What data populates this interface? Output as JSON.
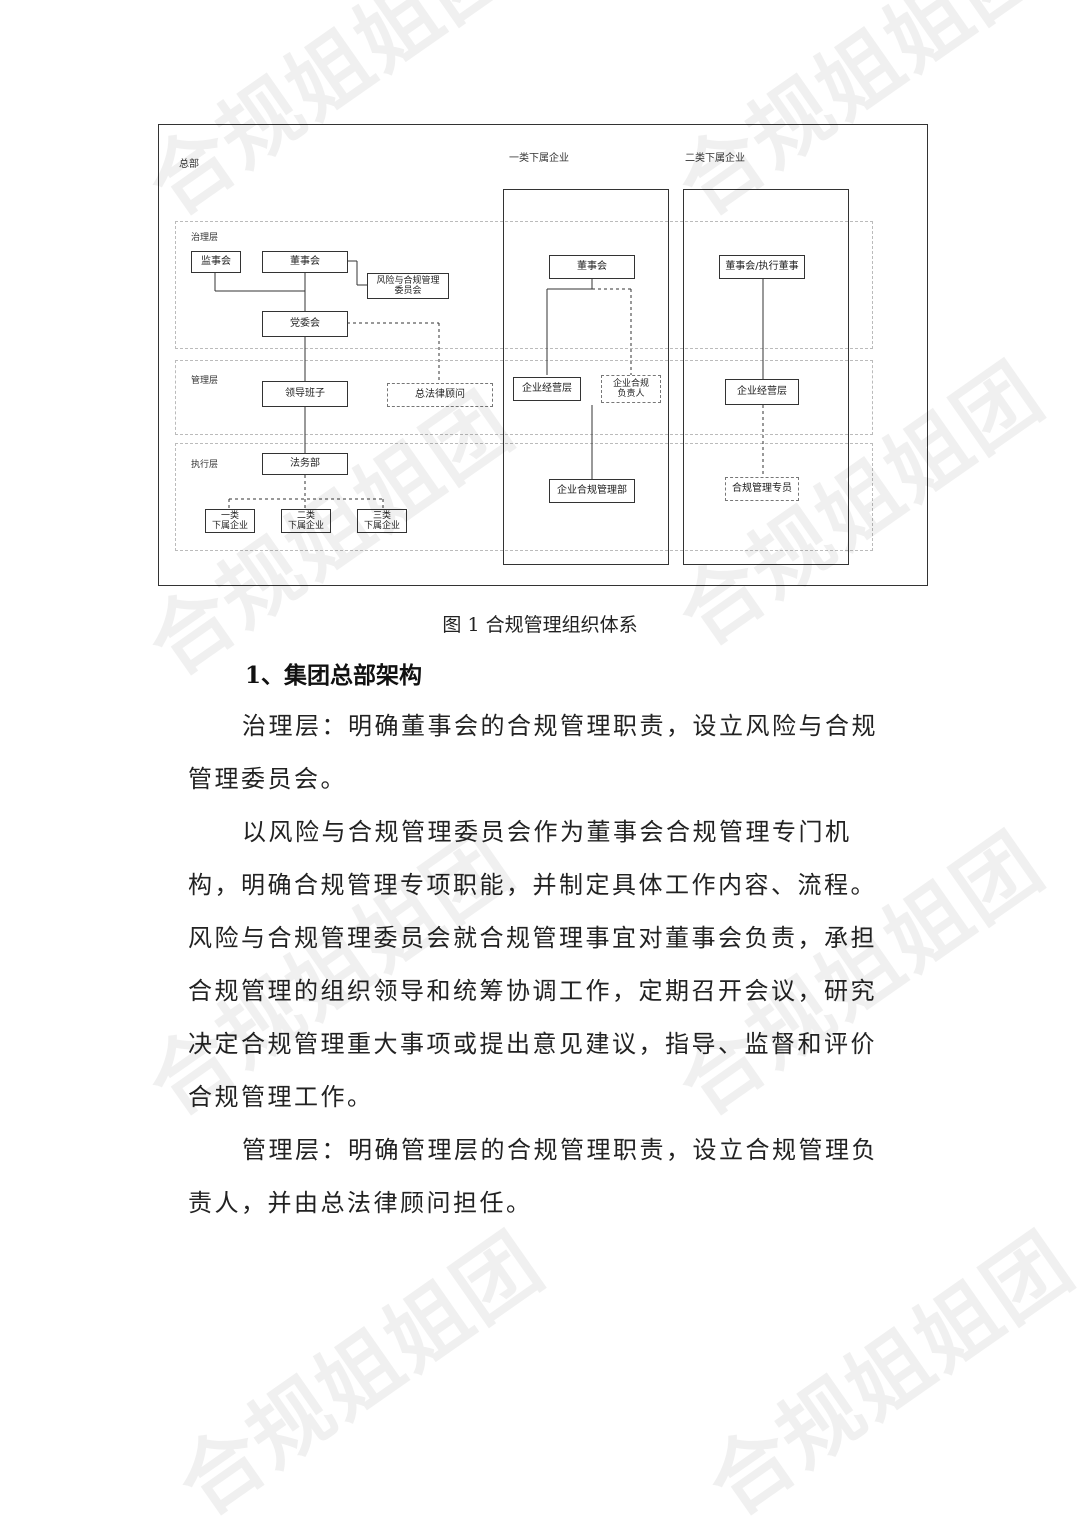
{
  "watermark": "合规姐姐团",
  "figure": {
    "hq_label": "总部",
    "col1_label": "一类下属企业",
    "col2_label": "二类下属企业",
    "layers": {
      "governance": "治理层",
      "management": "管理层",
      "execution": "执行层"
    },
    "hq_boxes": {
      "supervisory_board": "监事会",
      "board": "董事会",
      "risk_committee_line1": "风险与合规管理",
      "risk_committee_line2": "委员会",
      "party_committee": "党委会",
      "leadership": "领导班子",
      "general_counsel": "总法律顾问",
      "legal_dept": "法务部",
      "sub_a_line1": "一类",
      "sub_a_line2": "下属企业",
      "sub_b_line1": "二类",
      "sub_b_line2": "下属企业",
      "sub_c_line1": "三类",
      "sub_c_line2": "下属企业"
    },
    "col1_boxes": {
      "board": "董事会",
      "operations": "企业经营层",
      "compliance_head_line1": "企业合规",
      "compliance_head_line2": "负责人",
      "compliance_dept": "企业合规管理部"
    },
    "col2_boxes": {
      "board": "董事会/执行董事",
      "operations": "企业经营层",
      "compliance_officer": "合规管理专员"
    }
  },
  "caption": "图 1  合规管理组织体系",
  "heading": "1、集团总部架构",
  "paragraphs": [
    {
      "line1": "治理层：明确董事会的合规管理职责，设立风险与合规",
      "line2": "管理委员会。"
    },
    {
      "line1": "以风险与合规管理委员会作为董事会合规管理专门机",
      "line2": "构，明确合规管理专项职能，并制定具体工作内容、流程。",
      "line3": "风险与合规管理委员会就合规管理事宜对董事会负责，承担",
      "line4": "合规管理的组织领导和统筹协调工作，定期召开会议，研究",
      "line5": "决定合规管理重大事项或提出意见建议，指导、监督和评价",
      "line6": "合规管理工作。"
    },
    {
      "line1": "管理层：明确管理层的合规管理职责，设立合规管理负",
      "line2": "责人，并由总法律顾问担任。"
    }
  ]
}
